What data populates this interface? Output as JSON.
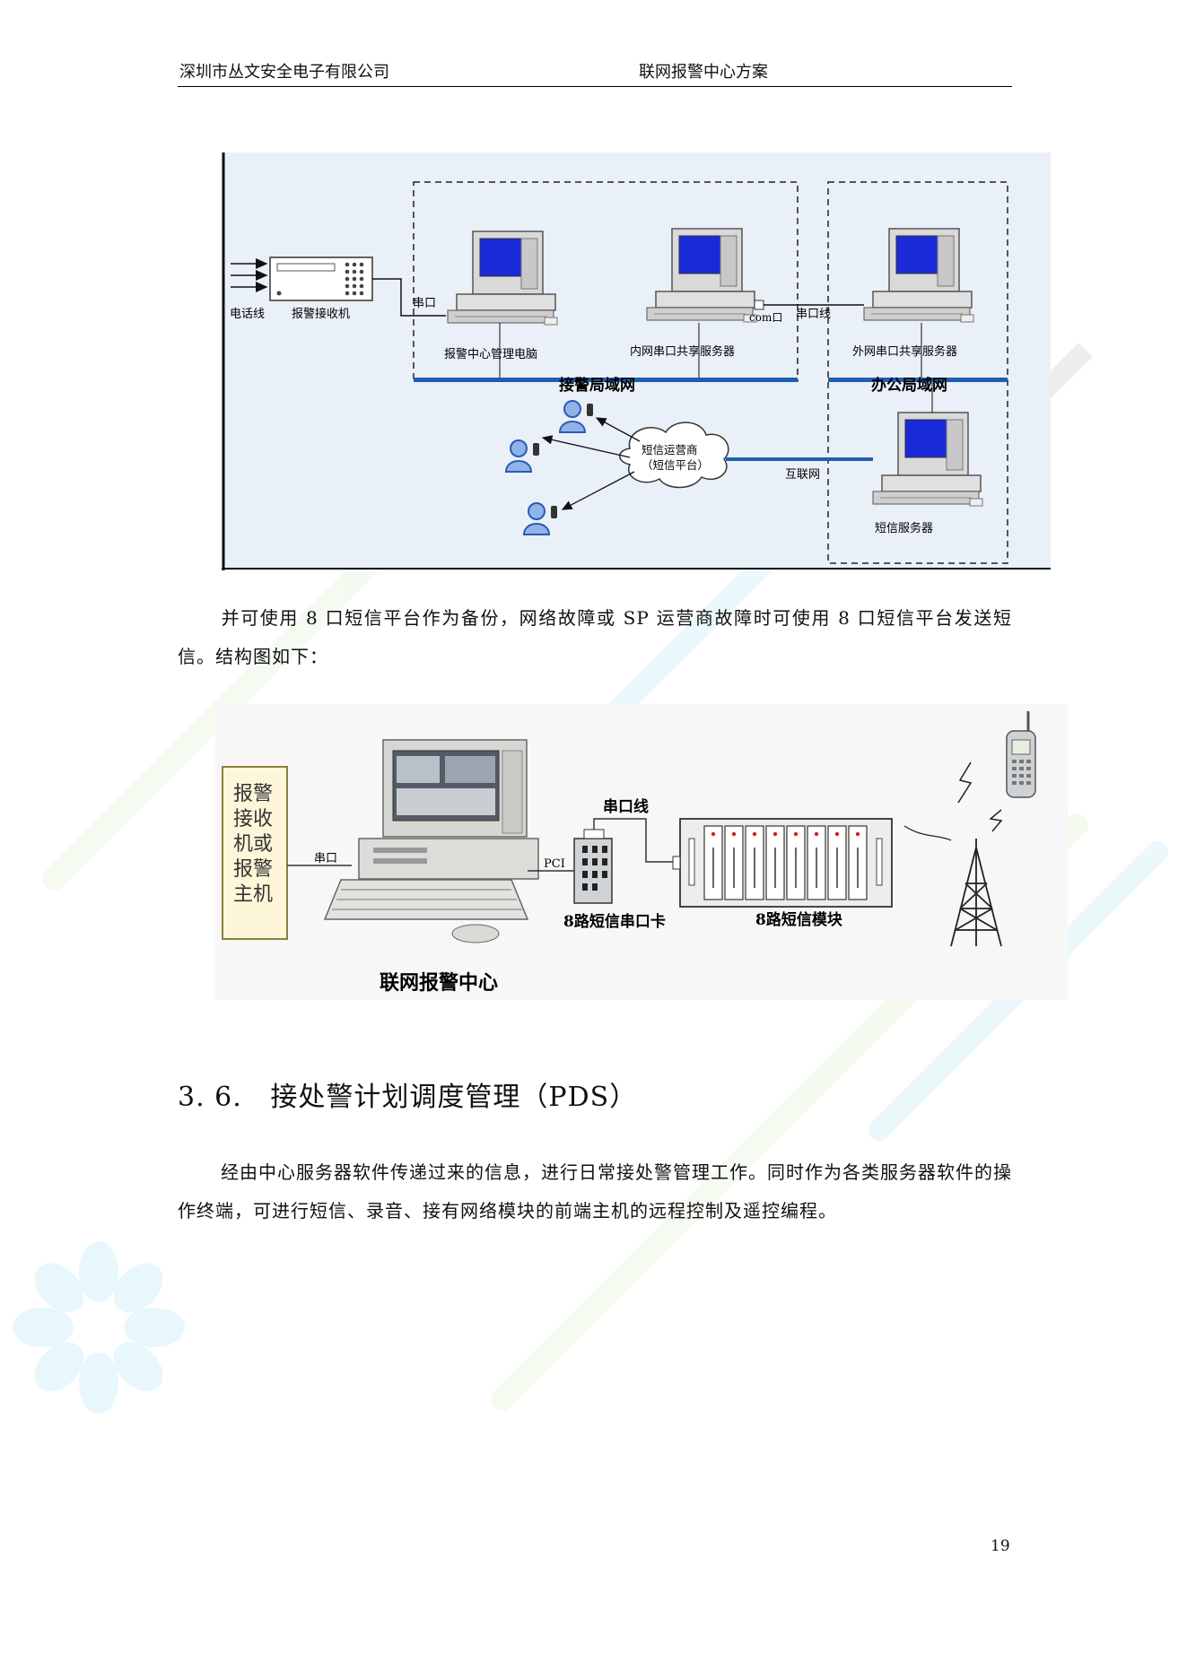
{
  "header": {
    "company": "深圳市丛文安全电子有限公司",
    "doc_title": "联网报警中心方案"
  },
  "figure1": {
    "labels": {
      "phone_line": "电话线",
      "alarm_receiver": "报警接收机",
      "serial_port": "串口",
      "center_pc": "报警中心管理电脑",
      "internal_serial_server": "内网串口共享服务器",
      "com_port": "com口",
      "serial_cable": "串口线",
      "external_serial_server": "外网串口共享服务器",
      "alarm_lan": "接警局域网",
      "office_lan": "办公局域网",
      "sms_operator_line1": "短信运营商",
      "sms_operator_line2": "（短信平台）",
      "internet": "互联网",
      "sms_server": "短信服务器"
    }
  },
  "paragraph1": "并可使用 8 口短信平台作为备份，网络故障或 SP 运营商故障时可使用 8 口短信平台发送短信。结构图如下：",
  "figure2": {
    "labels": {
      "alarm_host_box": [
        "报警",
        "接收",
        "机或",
        "报警",
        "主机"
      ],
      "serial_port": "串口",
      "pci": "PCI",
      "serial_cable": "串口线",
      "serial_card": "8路短信串口卡",
      "sms_module": "8路短信模块",
      "center": "联网报警中心"
    }
  },
  "section": {
    "number": "3. 6.",
    "title": "接处警计划调度管理（PDS）"
  },
  "paragraph2": "经由中心服务器软件传递过来的信息，进行日常接处警管理工作。同时作为各类服务器软件的操作终端，可进行短信、录音、接有网络模块的前端主机的远程控制及遥控编程。",
  "page_number": "19"
}
